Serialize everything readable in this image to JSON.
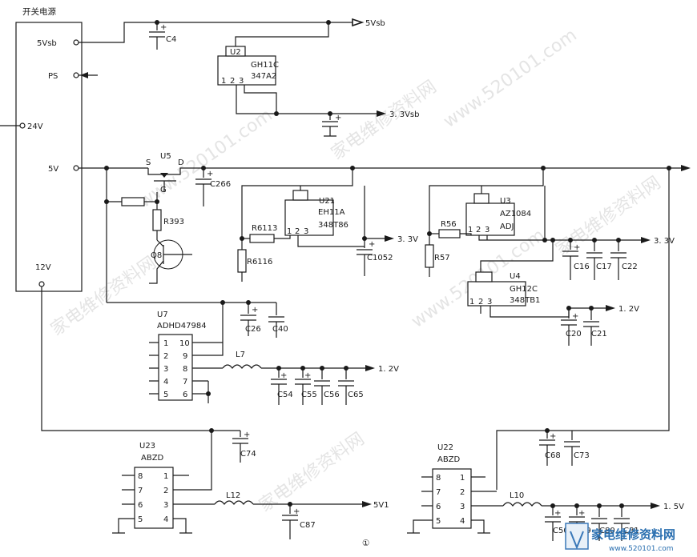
{
  "power_module": {
    "title": "开关电源",
    "pins": [
      "5Vsb",
      "PS",
      "24V",
      "5V",
      "12V"
    ]
  },
  "rails": {
    "r5vsb": "5Vsb",
    "r33vsb": "3. 3Vsb",
    "r33v_a": "3. 3V",
    "r33v_b": "3. 3V",
    "r12v_a": "1. 2V",
    "r12v_b": "1. 2V",
    "r5v1": "5V1",
    "r15v": "1. 5V"
  },
  "u2": {
    "name": "U2",
    "l1": "GH11C",
    "l2": "347A2",
    "pins": [
      "1",
      "2",
      "3"
    ]
  },
  "u5": {
    "name": "U5",
    "s": "S",
    "d": "D",
    "g": "G"
  },
  "u21": {
    "name": "U21",
    "l1": "EH11A",
    "l2": "348T86",
    "pins": [
      "1",
      "2",
      "3"
    ]
  },
  "u3": {
    "name": "U3",
    "l1": "AZ1084",
    "l2": "ADJ",
    "pins": [
      "1",
      "2",
      "3"
    ]
  },
  "u4": {
    "name": "U4",
    "l1": "GH12C",
    "l2": "348TB1",
    "pins": [
      "1",
      "2",
      "3"
    ]
  },
  "u7": {
    "name": "U7",
    "part": "ADHD47984",
    "left_pins": [
      "1",
      "2",
      "3",
      "4",
      "5"
    ],
    "right_pins": [
      "10",
      "9",
      "8",
      "7",
      "6"
    ]
  },
  "u23": {
    "name": "U23",
    "part": "ABZD",
    "left_pins": [
      "8",
      "7",
      "6",
      "5"
    ],
    "right_pins": [
      "1",
      "2",
      "3",
      "4"
    ]
  },
  "u22": {
    "name": "U22",
    "part": "ABZD",
    "left_pins": [
      "8",
      "7",
      "6",
      "5"
    ],
    "right_pins": [
      "1",
      "2",
      "3",
      "4"
    ]
  },
  "resistors": {
    "r393": "R393",
    "r6113": "R6113",
    "r6116": "R6116",
    "r56": "R56",
    "r57": "R57"
  },
  "transistor": {
    "name": "Q8"
  },
  "capacitors": {
    "c4": "C4",
    "c266": "C266",
    "c1052": "C1052",
    "c16": "C16",
    "c17": "C17",
    "c22": "C22",
    "c20": "C20",
    "c21": "C21",
    "c26": "C26",
    "c40": "C40",
    "c54": "C54",
    "c55": "C55",
    "c56": "C56",
    "c65": "C65",
    "c74": "C74",
    "c87": "C87",
    "c68": "C68",
    "c73": "C73",
    "c50": "C50",
    "c79": "C79",
    "c80": "C80",
    "c81": "C81"
  },
  "inductors": {
    "l7": "L7",
    "l12": "L12",
    "l10": "L10"
  },
  "figure_number": "①",
  "watermarks": [
    "家电维修资料网",
    "www.520101.com"
  ],
  "logo": {
    "text": "家电维修资料网",
    "url": "www.520101.com"
  }
}
